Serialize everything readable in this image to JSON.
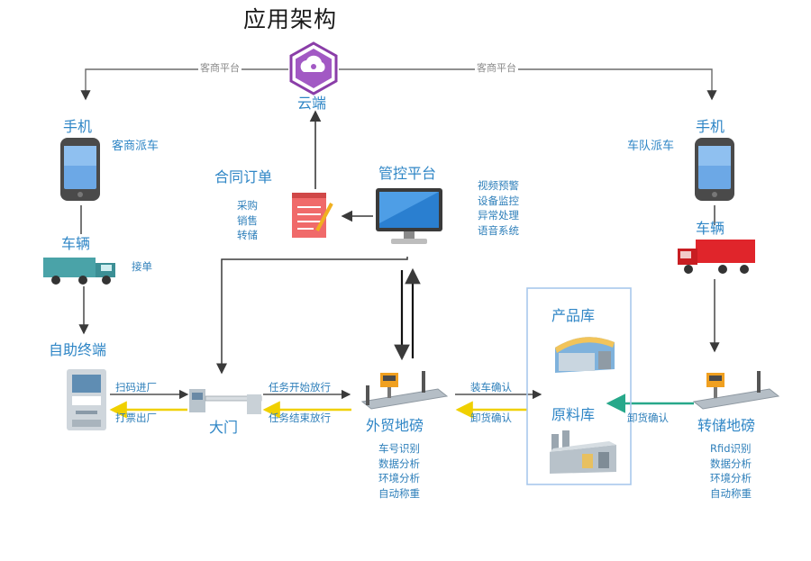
{
  "title": "应用架构",
  "cloud": {
    "label": "云端",
    "link_left": "客商平台",
    "link_right": "客商平台"
  },
  "left_phone": {
    "label": "手机",
    "caption": "客商派车"
  },
  "right_phone": {
    "label": "手机",
    "caption": "车队派车"
  },
  "left_vehicle": {
    "label": "车辆",
    "caption": "接单"
  },
  "right_vehicle": {
    "label": "车辆"
  },
  "kiosk": {
    "label": "自助终端",
    "in_label": "扫码进厂",
    "out_label": "打票出厂"
  },
  "contract": {
    "label": "合同订单",
    "items": [
      "采购",
      "销售",
      "转储"
    ]
  },
  "control": {
    "label": "管控平台",
    "items": [
      "视频预警",
      "设备监控",
      "异常处理",
      "语音系统"
    ]
  },
  "gate": {
    "label": "大门",
    "to_scale": "任务开始放行",
    "from_scale": "任务结束放行"
  },
  "trade_scale": {
    "label": "外贸地磅",
    "items": [
      "车号识别",
      "数据分析",
      "环境分析",
      "自动称重"
    ]
  },
  "warehouse": {
    "product_label": "产品库",
    "raw_label": "原料库",
    "load_confirm": "装车确认",
    "unload_confirm": "卸货确认"
  },
  "transfer_scale": {
    "label": "转储地磅",
    "unload_confirm": "卸货确认",
    "items": [
      "Rfid识别",
      "数据分析",
      "环境分析",
      "自动称重"
    ]
  }
}
